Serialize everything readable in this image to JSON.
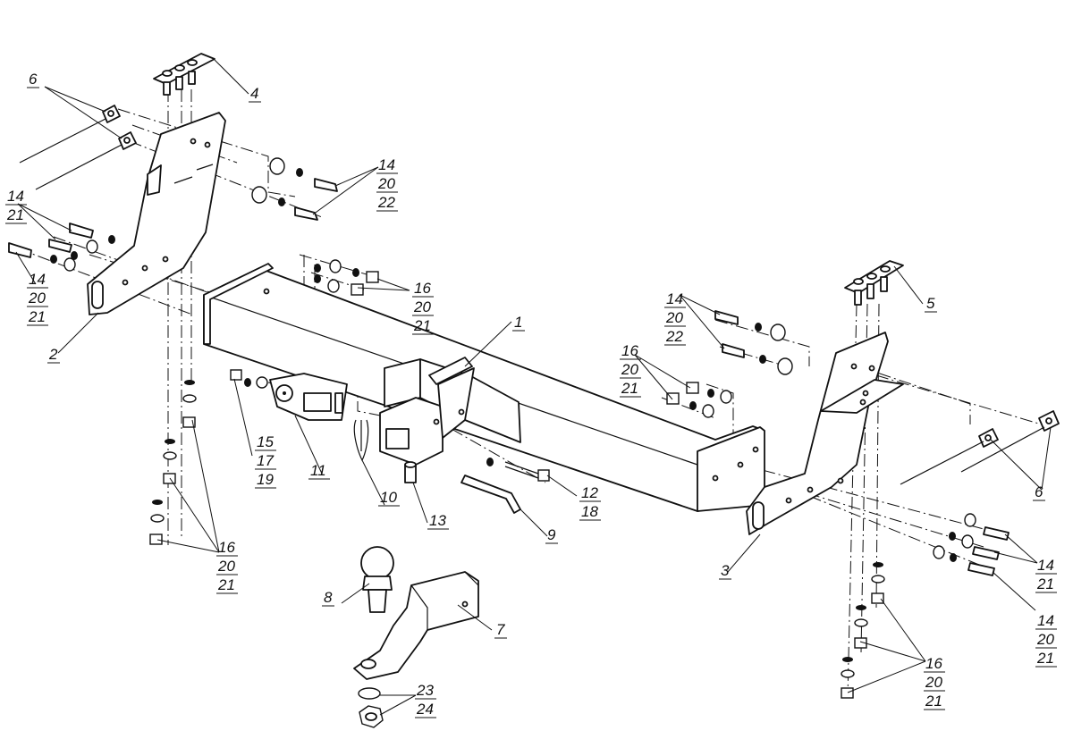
{
  "callouts": [
    {
      "id": "c1",
      "labels": [
        "1"
      ]
    },
    {
      "id": "c2",
      "labels": [
        "2"
      ]
    },
    {
      "id": "c3",
      "labels": [
        "3"
      ]
    },
    {
      "id": "c4",
      "labels": [
        "4"
      ]
    },
    {
      "id": "c5",
      "labels": [
        "5"
      ]
    },
    {
      "id": "c6a",
      "labels": [
        "6"
      ]
    },
    {
      "id": "c6b",
      "labels": [
        "6"
      ]
    },
    {
      "id": "c7",
      "labels": [
        "7"
      ]
    },
    {
      "id": "c8",
      "labels": [
        "8"
      ]
    },
    {
      "id": "c9",
      "labels": [
        "9"
      ]
    },
    {
      "id": "c10",
      "labels": [
        "10"
      ]
    },
    {
      "id": "c11",
      "labels": [
        "11"
      ]
    },
    {
      "id": "c12",
      "labels": [
        "12",
        "18"
      ]
    },
    {
      "id": "c13",
      "labels": [
        "13"
      ]
    },
    {
      "id": "c15",
      "labels": [
        "15",
        "17",
        "19"
      ]
    },
    {
      "id": "c14a",
      "labels": [
        "14",
        "20",
        "22"
      ]
    },
    {
      "id": "c14b",
      "labels": [
        "14",
        "21"
      ]
    },
    {
      "id": "c14c",
      "labels": [
        "14",
        "20",
        "21"
      ]
    },
    {
      "id": "c14d",
      "labels": [
        "14",
        "20",
        "22"
      ]
    },
    {
      "id": "c14e",
      "labels": [
        "14",
        "21"
      ]
    },
    {
      "id": "c14f",
      "labels": [
        "14",
        "20",
        "21"
      ]
    },
    {
      "id": "c16a",
      "labels": [
        "16",
        "20",
        "21"
      ]
    },
    {
      "id": "c16b",
      "labels": [
        "16",
        "20",
        "21"
      ]
    },
    {
      "id": "c16c",
      "labels": [
        "16",
        "20",
        "21"
      ]
    },
    {
      "id": "c16d",
      "labels": [
        "16",
        "20",
        "21"
      ]
    },
    {
      "id": "c23",
      "labels": [
        "23",
        "24"
      ]
    }
  ]
}
